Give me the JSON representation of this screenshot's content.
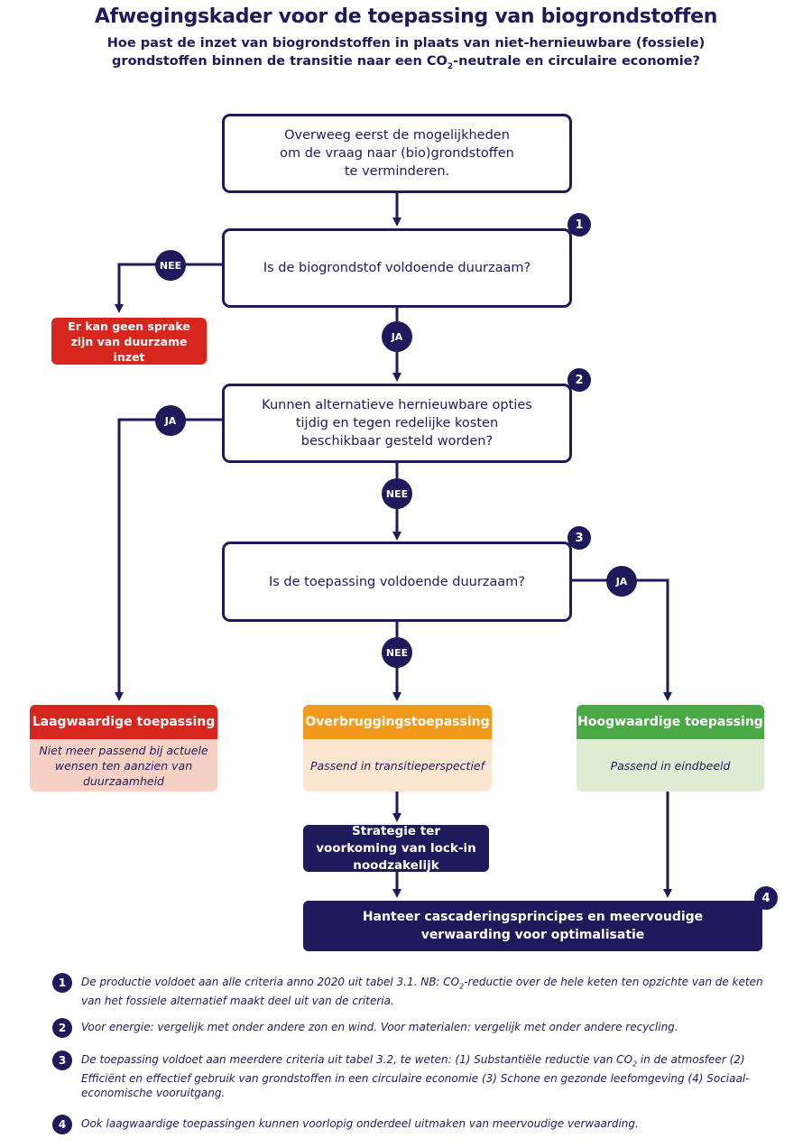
{
  "header": {
    "title": "Afwegingskader voor de toepassing van biogrondstoffen",
    "subtitle_line1": "Hoe past de inzet van biogrondstoffen in plaats van niet-hernieuwbare (fossiele)",
    "subtitle_line2a": "grondstoffen binnen de transitie naar een CO",
    "subtitle_sub": "2",
    "subtitle_line2b": "-neutrale en circulaire economie?"
  },
  "flow": {
    "start": "Overweeg eerst de mogelijkheden om de vraag naar (bio)grondstoffen te verminderen.",
    "q1": "Is de biogrondstof voldoende duurzaam?",
    "q2": "Kunnen alternatieve hernieuwbare opties tijdig en tegen redelijke kosten beschikbaar gesteld worden?",
    "q3": "Is de toepassing voldoende duurzaam?",
    "num1": "1",
    "num2": "2",
    "num3": "3",
    "num4": "4",
    "nee1": "NEE",
    "ja1": "JA",
    "ja2": "JA",
    "nee2": "NEE",
    "ja3": "JA",
    "nee3": "NEE",
    "reject": "Er kan geen sprake zijn van duurzame inzet",
    "low_head": "Laagwaardige toepassing",
    "low_body": "Niet meer passend bij actuele wensen ten aanzien van duurzaamheid",
    "bridge_head": "Overbruggingstoepassing",
    "bridge_body": "Passend in transitieperspectief",
    "high_head": "Hoogwaardige toepassing",
    "high_body": "Passend in eindbeeld",
    "strategy": "Strategie ter voorkoming van lock-in noodzakelijk",
    "cascade": "Hanteer cascaderingsprincipes en meervoudige verwaarding voor optimalisatie"
  },
  "notes": {
    "n1a": "De productie voldoet aan alle criteria anno 2020 uit tabel 3.1. NB: CO",
    "n1sub": "2",
    "n1b": "-reductie over de hele keten ten opzichte van de keten van het fossiele alternatief maakt deel uit van de criteria.",
    "n2": "Voor energie: vergelijk met onder andere zon en wind. Voor materialen: vergelijk met onder andere recycling.",
    "n3a": "De toepassing voldoet aan meerdere criteria uit tabel 3.2, te weten: (1) Substantiële reductie van CO",
    "n3sub": "2",
    "n3b": " in de atmosfeer (2) Efficiënt en effectief gebruik van grondstoffen in een circulaire economie (3) Schone en gezonde leefomgeving (4) Sociaal-economische vooruitgang.",
    "n4": "Ook laagwaardige toepassingen kunnen voorlopig onderdeel uitmaken van meervoudige verwaarding."
  },
  "colors": {
    "navy": "#1f1a5c",
    "red": "#d7261e",
    "orange": "#f29a1d",
    "green": "#4aa845",
    "red_light": "#f6d1c3",
    "orange_light": "#fde6cf",
    "green_light": "#deecd3"
  }
}
